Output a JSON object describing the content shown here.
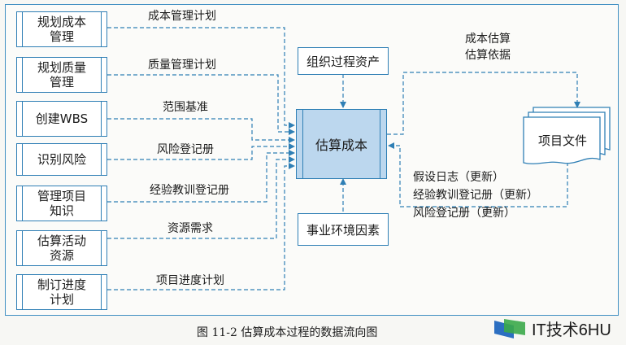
{
  "inputs_left": [
    {
      "id": "p1",
      "line1": "规划成本",
      "line2": "管理",
      "edge": "成本管理计划"
    },
    {
      "id": "p2",
      "line1": "规划质量",
      "line2": "管理",
      "edge": "质量管理计划"
    },
    {
      "id": "p3",
      "line1": "创建WBS",
      "line2": "",
      "edge": "范围基准"
    },
    {
      "id": "p4",
      "line1": "识别风险",
      "line2": "",
      "edge": "风险登记册"
    },
    {
      "id": "p5",
      "line1": "管理项目",
      "line2": "知识",
      "edge": "经验教训登记册"
    },
    {
      "id": "p6",
      "line1": "估算活动",
      "line2": "资源",
      "edge": "资源需求"
    },
    {
      "id": "p7",
      "line1": "制订进度",
      "line2": "计划",
      "edge": "项目进度计划"
    }
  ],
  "top_box": "组织过程资产",
  "bottom_box": "事业环境因素",
  "center_box": "估算成本",
  "output_doc": "项目文件",
  "outputs_upper": [
    "成本估算",
    "估算依据"
  ],
  "outputs_lower": [
    "假设日志（更新）",
    "经验教训登记册（更新）",
    "风险登记册（更新）"
  ],
  "caption": "图 11-2    估算成本过程的数据流向图",
  "logo_text": "IT技术6HU",
  "colors": {
    "line": "#2f7fb5",
    "center_fill": "#bcd7ee"
  }
}
